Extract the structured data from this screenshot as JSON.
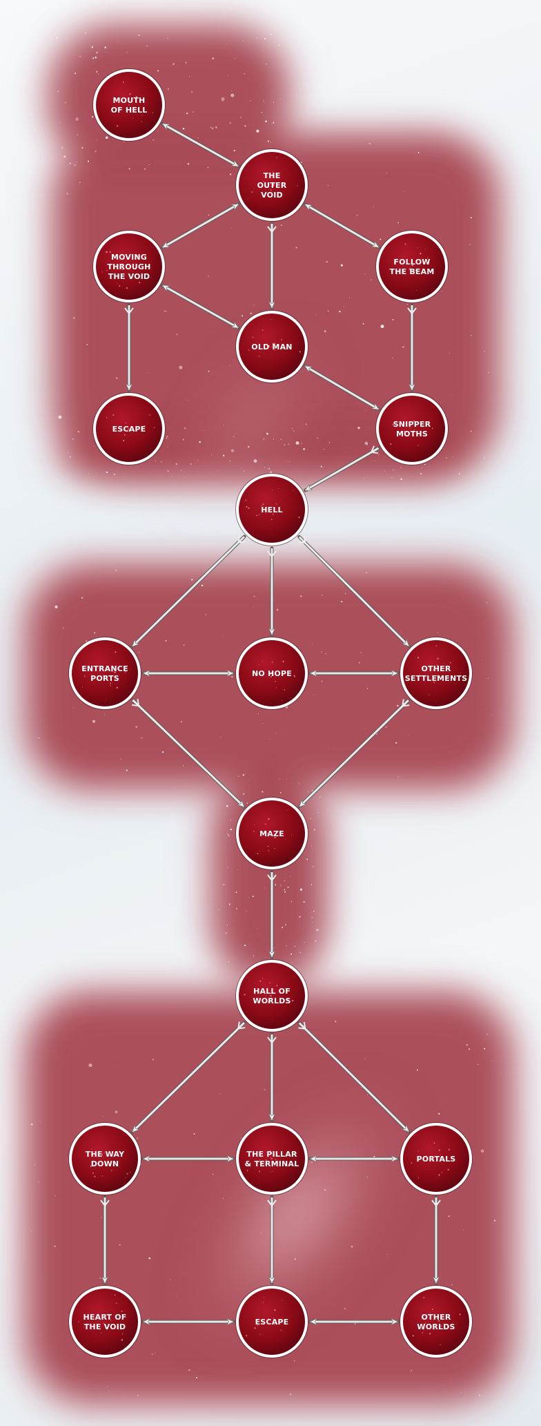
{
  "colors": {
    "node_fill": "#8a0a16",
    "node_ring": "#ffffff",
    "arrow": "#e9e9e9",
    "glow": "#a84a55",
    "glow_edge": "#d9b3b8",
    "label": "#ffffff"
  },
  "nodes": [
    {
      "id": "mouth-of-hell",
      "lines": [
        "MOUTH",
        "OF HELL"
      ]
    },
    {
      "id": "outer-void",
      "lines": [
        "THE",
        "OUTER",
        "VOID"
      ]
    },
    {
      "id": "moving-through-void",
      "lines": [
        "MOVING",
        "THROUGH",
        "THE VOID"
      ]
    },
    {
      "id": "follow-the-beam",
      "lines": [
        "FOLLOW",
        "THE BEAM"
      ]
    },
    {
      "id": "old-man",
      "lines": [
        "OLD MAN"
      ]
    },
    {
      "id": "escape-1",
      "lines": [
        "ESCAPE"
      ]
    },
    {
      "id": "snipper-moths",
      "lines": [
        "SNIPPER",
        "MOTHS"
      ]
    },
    {
      "id": "hell",
      "lines": [
        "HELL"
      ]
    },
    {
      "id": "entrance-ports",
      "lines": [
        "ENTRANCE",
        "PORTS"
      ]
    },
    {
      "id": "no-hope",
      "lines": [
        "NO HOPE"
      ]
    },
    {
      "id": "other-settlements",
      "lines": [
        "OTHER",
        "SETTLEMENTS"
      ]
    },
    {
      "id": "maze",
      "lines": [
        "MAZE"
      ]
    },
    {
      "id": "hall-of-worlds",
      "lines": [
        "HALL OF",
        "WORLDS"
      ]
    },
    {
      "id": "the-way-down",
      "lines": [
        "THE WAY",
        "DOWN"
      ]
    },
    {
      "id": "pillar-terminal",
      "lines": [
        "THE PILLAR",
        "& TERMINAL"
      ]
    },
    {
      "id": "portals",
      "lines": [
        "PORTALS"
      ]
    },
    {
      "id": "heart-of-void",
      "lines": [
        "HEART OF",
        "THE VOID"
      ]
    },
    {
      "id": "escape-2",
      "lines": [
        "ESCAPE"
      ]
    },
    {
      "id": "other-worlds",
      "lines": [
        "OTHER",
        "WORLDS"
      ]
    }
  ],
  "edges": [
    {
      "from": "mouth-of-hell",
      "to": "outer-void",
      "bidirectional": true
    },
    {
      "from": "outer-void",
      "to": "moving-through-void",
      "bidirectional": true
    },
    {
      "from": "outer-void",
      "to": "follow-the-beam",
      "bidirectional": true
    },
    {
      "from": "outer-void",
      "to": "old-man",
      "bidirectional": false
    },
    {
      "from": "moving-through-void",
      "to": "old-man",
      "bidirectional": true
    },
    {
      "from": "moving-through-void",
      "to": "escape-1",
      "bidirectional": false
    },
    {
      "from": "follow-the-beam",
      "to": "snipper-moths",
      "bidirectional": false
    },
    {
      "from": "old-man",
      "to": "snipper-moths",
      "bidirectional": true
    },
    {
      "from": "snipper-moths",
      "to": "hell",
      "bidirectional": false
    },
    {
      "from": "hell",
      "to": "entrance-ports",
      "bidirectional": false
    },
    {
      "from": "hell",
      "to": "no-hope",
      "bidirectional": false
    },
    {
      "from": "hell",
      "to": "other-settlements",
      "bidirectional": false
    },
    {
      "from": "entrance-ports",
      "to": "no-hope",
      "bidirectional": true
    },
    {
      "from": "no-hope",
      "to": "other-settlements",
      "bidirectional": true
    },
    {
      "from": "entrance-ports",
      "to": "maze",
      "bidirectional": false
    },
    {
      "from": "other-settlements",
      "to": "maze",
      "bidirectional": false
    },
    {
      "from": "maze",
      "to": "hall-of-worlds",
      "bidirectional": false
    },
    {
      "from": "hall-of-worlds",
      "to": "the-way-down",
      "bidirectional": false
    },
    {
      "from": "hall-of-worlds",
      "to": "pillar-terminal",
      "bidirectional": false
    },
    {
      "from": "hall-of-worlds",
      "to": "portals",
      "bidirectional": false
    },
    {
      "from": "the-way-down",
      "to": "pillar-terminal",
      "bidirectional": true
    },
    {
      "from": "pillar-terminal",
      "to": "portals",
      "bidirectional": true
    },
    {
      "from": "the-way-down",
      "to": "heart-of-void",
      "bidirectional": false
    },
    {
      "from": "pillar-terminal",
      "to": "escape-2",
      "bidirectional": false
    },
    {
      "from": "portals",
      "to": "other-worlds",
      "bidirectional": false
    },
    {
      "from": "heart-of-void",
      "to": "escape-2",
      "bidirectional": true
    },
    {
      "from": "escape-2",
      "to": "other-worlds",
      "bidirectional": true
    }
  ]
}
